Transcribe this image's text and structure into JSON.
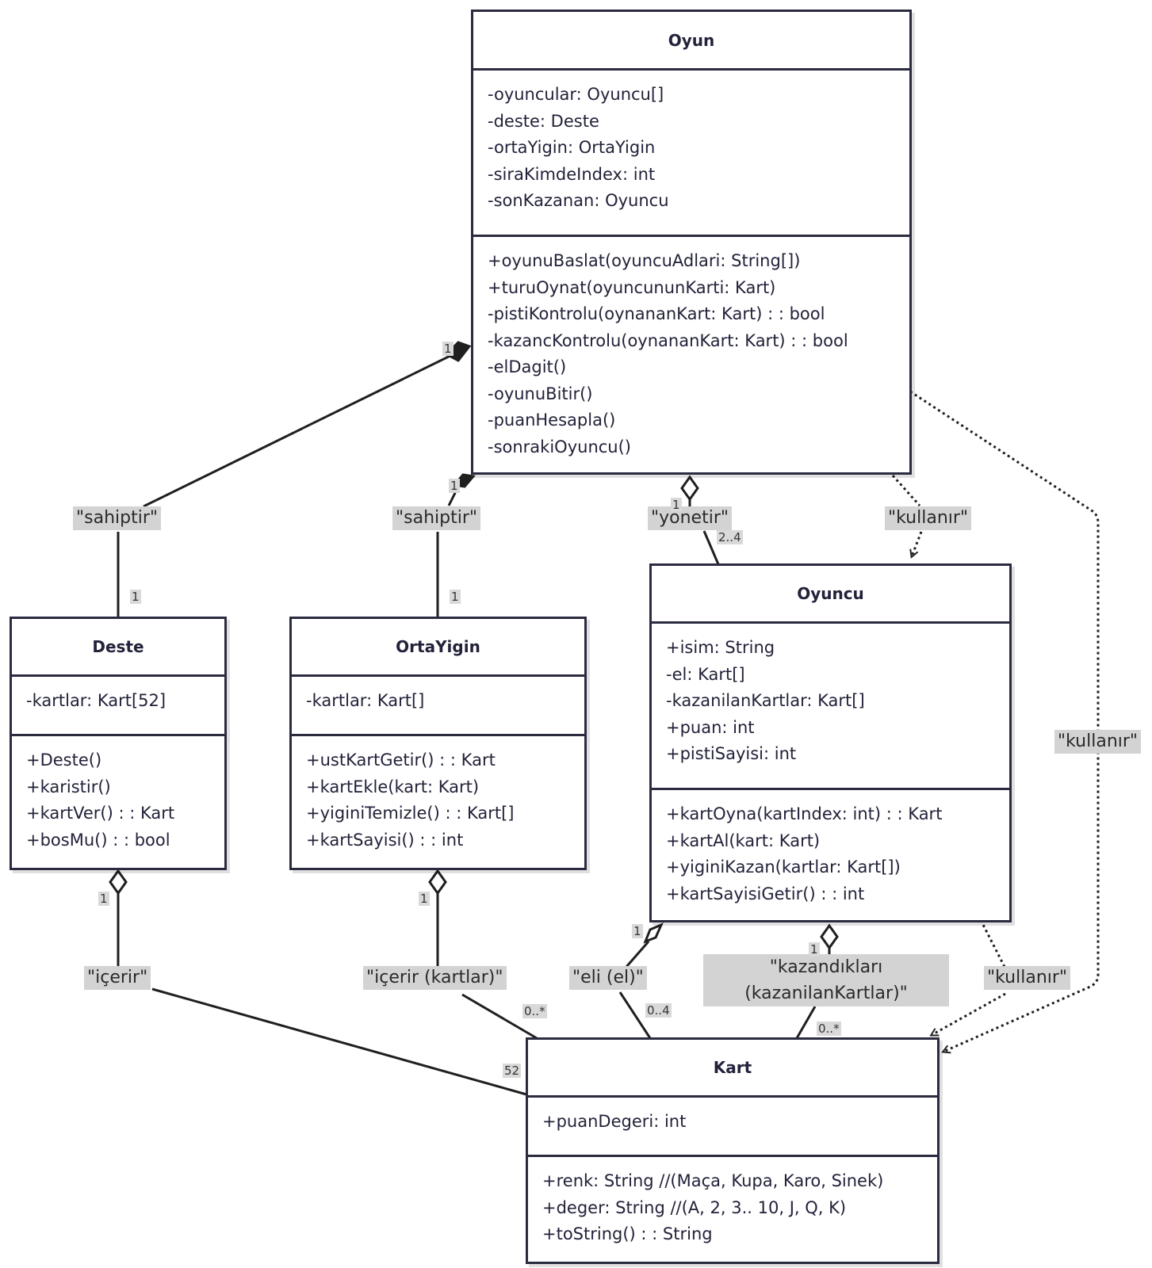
{
  "classes": {
    "oyun": {
      "name": "Oyun",
      "attributes": [
        "-oyuncular: Oyuncu[]",
        "-deste: Deste",
        "-ortaYigin: OrtaYigin",
        "-siraKimdeIndex: int",
        "-sonKazanan: Oyuncu"
      ],
      "methods": [
        "+oyunuBaslat(oyuncuAdlari: String[])",
        "+turuOynat(oyuncununKarti: Kart)",
        "-pistiKontrolu(oynananKart: Kart) : : bool",
        "-kazancKontrolu(oynananKart: Kart) : : bool",
        "-elDagit()",
        "-oyunuBitir()",
        "-puanHesapla()",
        "-sonrakiOyuncu()"
      ]
    },
    "deste": {
      "name": "Deste",
      "attributes": [
        "-kartlar: Kart[52]"
      ],
      "methods": [
        "+Deste()",
        "+karistir()",
        "+kartVer() : : Kart",
        "+bosMu() : : bool"
      ]
    },
    "ortayigin": {
      "name": "OrtaYigin",
      "attributes": [
        "-kartlar: Kart[]"
      ],
      "methods": [
        "+ustKartGetir() : : Kart",
        "+kartEkle(kart: Kart)",
        "+yiginiTemizle() : : Kart[]",
        "+kartSayisi() : : int"
      ]
    },
    "oyuncu": {
      "name": "Oyuncu",
      "attributes": [
        "+isim: String",
        "-el: Kart[]",
        "-kazanilanKartlar: Kart[]",
        "+puan: int",
        "+pistiSayisi: int"
      ],
      "methods": [
        "+kartOyna(kartIndex: int) : : Kart",
        "+kartAl(kart: Kart)",
        "+yiginiKazan(kartlar: Kart[])",
        "+kartSayisiGetir() : : int"
      ]
    },
    "kart": {
      "name": "Kart",
      "attributes": [
        "+puanDegeri: int"
      ],
      "methods": [
        "+renk: String //(Maça, Kupa, Karo, Sinek)",
        "+deger: String //(A, 2, 3.. 10, J, Q, K)",
        "+toString() : : String"
      ]
    }
  },
  "relations": {
    "oyun_deste": {
      "label": "\"sahiptir\"",
      "source_mult": "1",
      "target_mult": "1",
      "kind": "composition"
    },
    "oyun_ortayigin": {
      "label": "\"sahiptir\"",
      "source_mult": "1",
      "target_mult": "1",
      "kind": "composition"
    },
    "oyun_oyuncu_yonetir": {
      "label": "\"yönetir\"",
      "source_mult": "1",
      "target_mult": "2..4",
      "kind": "aggregation"
    },
    "oyun_oyuncu_kullanir": {
      "label": "\"kullanır\"",
      "kind": "dependency"
    },
    "oyun_kart_kullanir": {
      "label": "\"kullanır\"",
      "kind": "dependency"
    },
    "deste_kart": {
      "label": "\"içerir\"",
      "source_mult": "1",
      "target_mult": "52",
      "kind": "aggregation"
    },
    "ortayigin_kart": {
      "label": "\"içerir (kartlar)\"",
      "source_mult": "1",
      "target_mult": "0..*",
      "kind": "aggregation"
    },
    "oyuncu_kart_el": {
      "label": "\"eli (el)\"",
      "source_mult": "1",
      "target_mult": "0..4",
      "kind": "aggregation"
    },
    "oyuncu_kart_kazandiklari": {
      "label": "\"kazandıkları (kazanilanKartlar)\"",
      "source_mult": "1",
      "target_mult": "0..*",
      "kind": "aggregation"
    },
    "oyuncu_kart_kullanir": {
      "label": "\"kullanır\"",
      "kind": "dependency"
    }
  }
}
